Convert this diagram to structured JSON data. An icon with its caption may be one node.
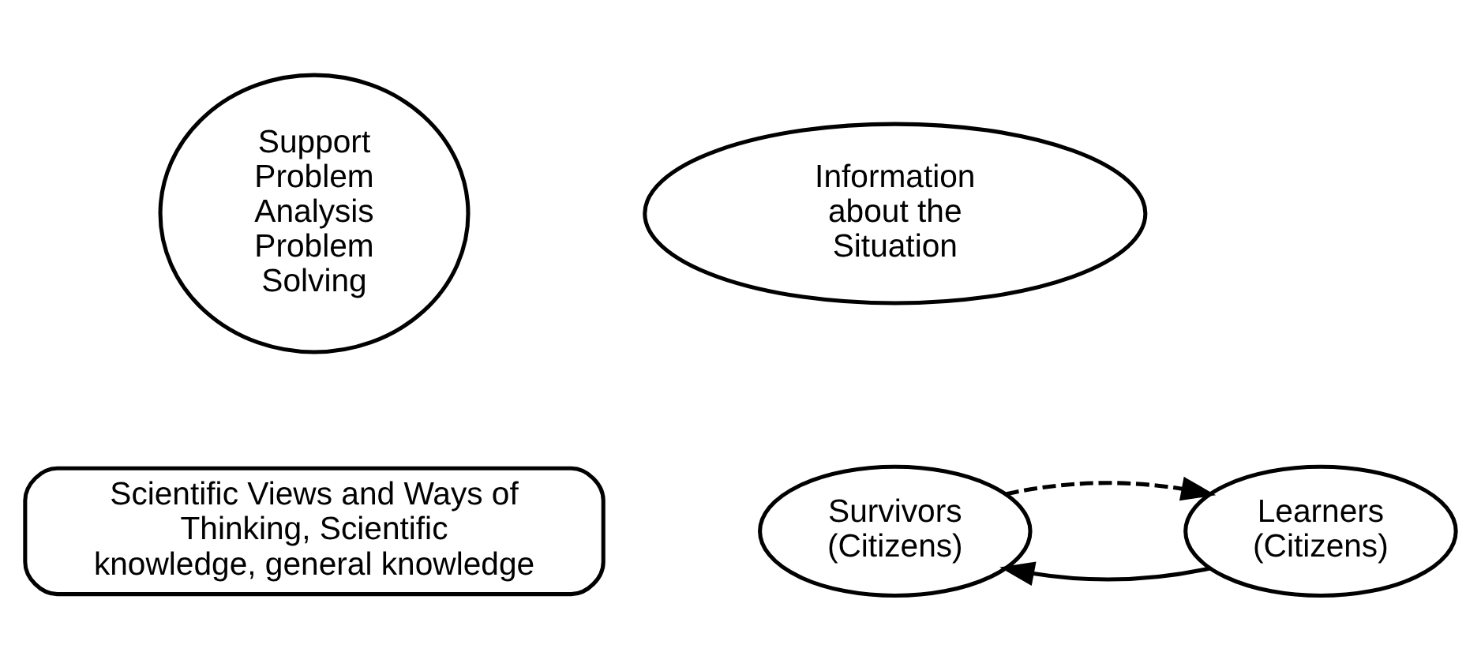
{
  "diagram": {
    "nodes": [
      {
        "text": [
          "Support Problem Analysis Problem Solving"
        ]
      },
      {
        "text": [
          "Information about the Situation"
        ]
      },
      {
        "text": [
          "Scientific Views and Ways of Thinking, Scientific knowledge, general knowledge"
        ]
      },
      {
        "text": [
          "Learners (Citizens)"
        ]
      },
      {
        "text": [
          "Survivors (Citizens)"
        ]
      }
    ],
    "edges": [
      {
        "from": 3,
        "to": 4,
        "arrow": "to"
      },
      {
        "from": 4,
        "to": 3,
        "arrow": "to",
        "style": "dashed"
      }
    ]
  }
}
